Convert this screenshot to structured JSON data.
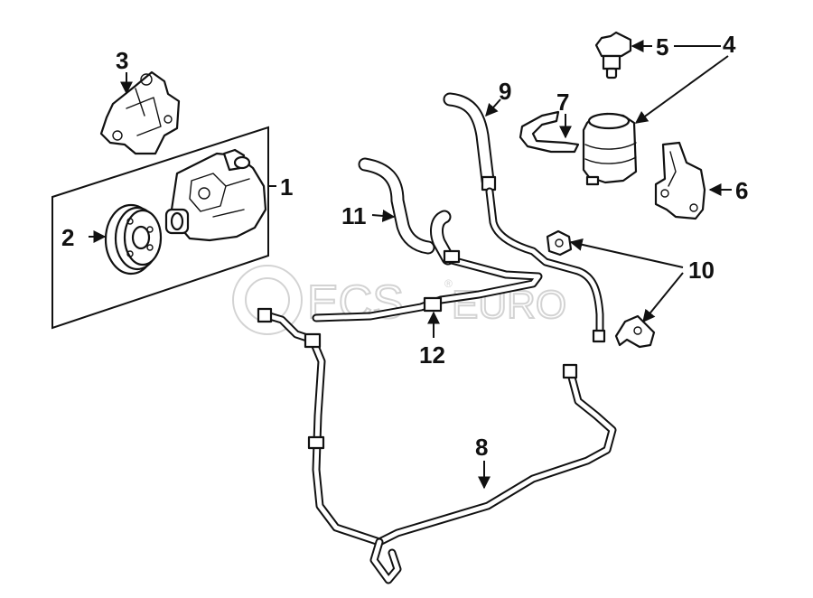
{
  "watermark": {
    "brand": "ECS",
    "suffix": "EURO",
    "registered": "®"
  },
  "callouts": [
    {
      "id": "c1",
      "label": "1"
    },
    {
      "id": "c2",
      "label": "2"
    },
    {
      "id": "c3",
      "label": "3"
    },
    {
      "id": "c4",
      "label": "4"
    },
    {
      "id": "c5",
      "label": "5"
    },
    {
      "id": "c6",
      "label": "6"
    },
    {
      "id": "c7",
      "label": "7"
    },
    {
      "id": "c8",
      "label": "8"
    },
    {
      "id": "c9",
      "label": "9"
    },
    {
      "id": "c10",
      "label": "10"
    },
    {
      "id": "c11",
      "label": "11"
    },
    {
      "id": "c12",
      "label": "12"
    }
  ],
  "colors": {
    "ink": "#111111",
    "watermark": "#cfcfcf",
    "background": "#ffffff"
  }
}
